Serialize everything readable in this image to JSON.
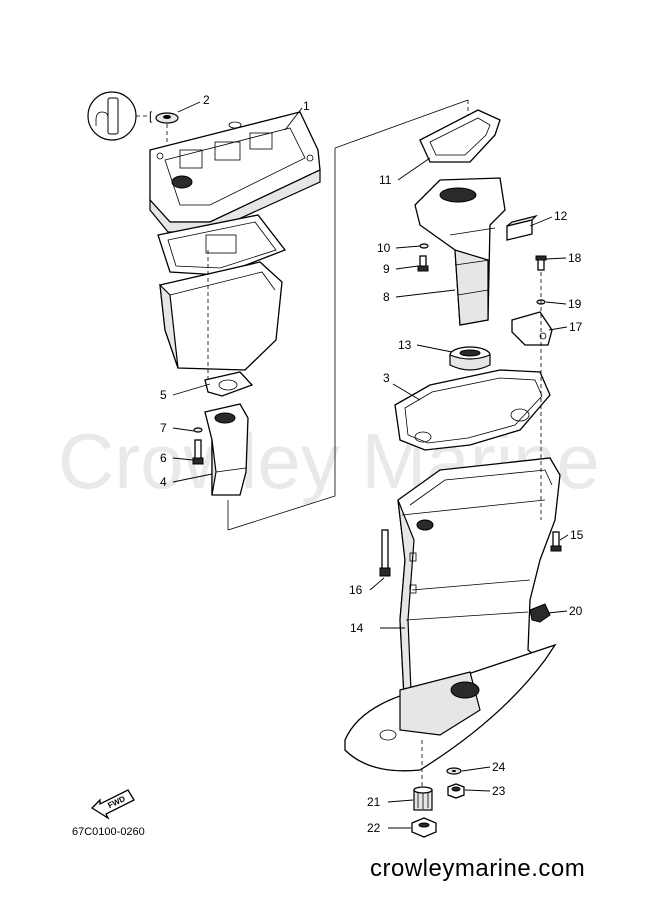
{
  "diagram": {
    "part_code": "67C0100-0260",
    "watermark": "Crowley Marine",
    "site_url": "crowleymarine.com",
    "fwd_label": "FWD",
    "callouts": [
      "1",
      "2",
      "3",
      "4",
      "5",
      "6",
      "7",
      "8",
      "9",
      "10",
      "11",
      "12",
      "13",
      "14",
      "15",
      "16",
      "17",
      "18",
      "19",
      "20",
      "21",
      "22",
      "23",
      "24"
    ],
    "legend_bracket": "["
  }
}
